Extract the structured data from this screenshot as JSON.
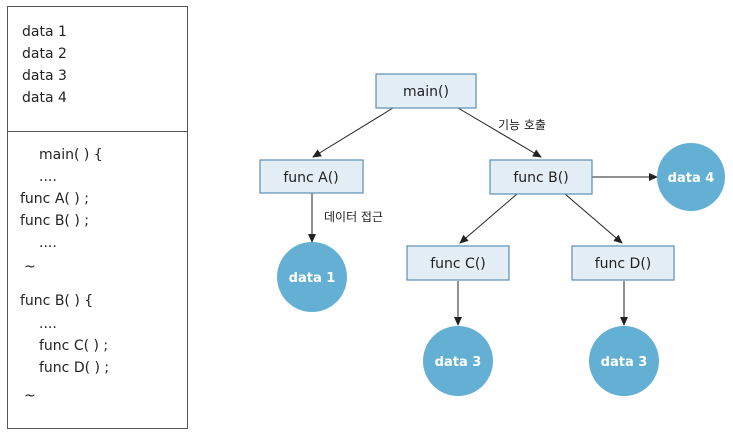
{
  "code_panel": {
    "data_lines": [
      "data 1",
      "data 2",
      "data 3",
      "data 4"
    ],
    "code_lines": [
      "main( ) {",
      "....",
      "func A( ) ;",
      "func B( ) ;",
      "....",
      "~",
      "func B( ) {",
      "....",
      "func C( ) ;",
      "func D( ) ;",
      "~"
    ]
  },
  "diagram": {
    "nodes": {
      "main": "main()",
      "func_a": "func A()",
      "func_b": "func B()",
      "func_c": "func C()",
      "func_d": "func D()"
    },
    "data_nodes": {
      "data1": "data 1",
      "data3_left": "data 3",
      "data3_right": "data 3",
      "data4": "data 4"
    },
    "edge_labels": {
      "function_call": "기능 호출",
      "data_access": "데이터 접근"
    },
    "colors": {
      "box_fill": "#e3eef6",
      "box_stroke": "#5c8fb4",
      "circle_fill": "#63b0d4",
      "line": "#222222"
    }
  }
}
